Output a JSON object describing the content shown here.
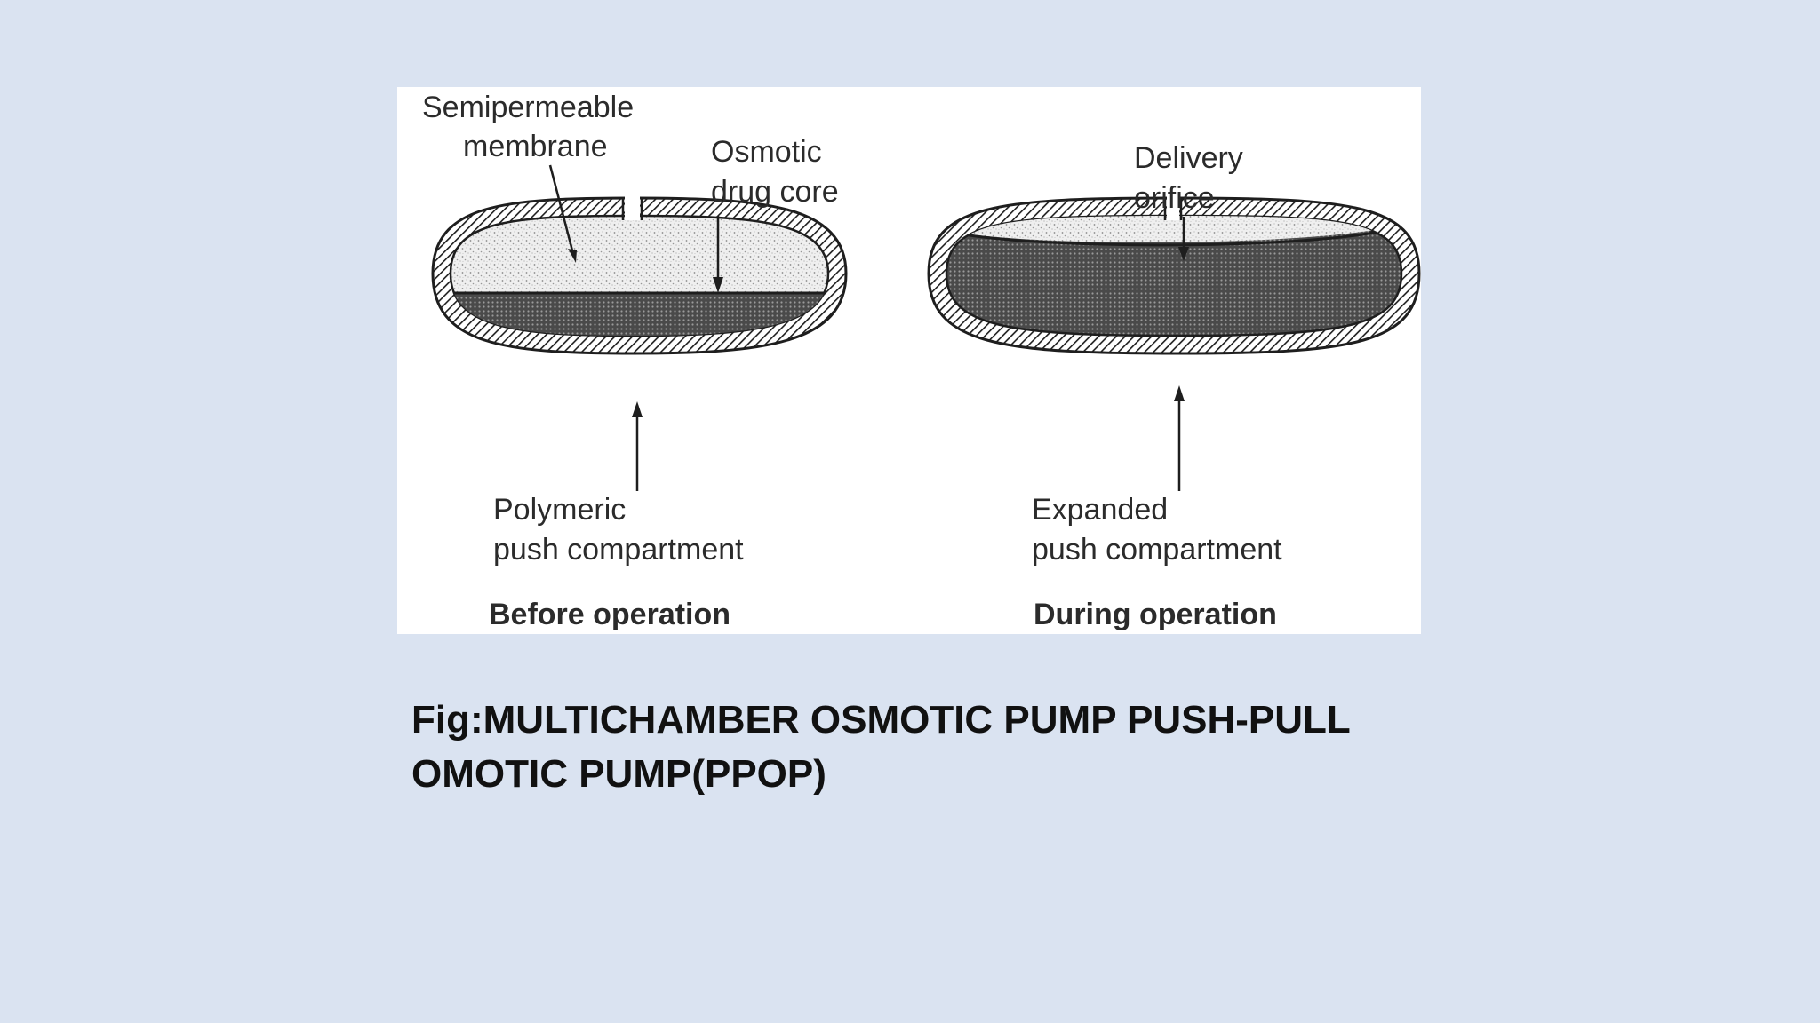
{
  "diagram": {
    "before": {
      "label_membrane": [
        "Semipermeable",
        "membrane"
      ],
      "label_core": [
        "Osmotic",
        "drug core"
      ],
      "label_push": [
        "Polymeric",
        "push compartment"
      ],
      "state_title": "Before operation"
    },
    "during": {
      "label_orifice": [
        "Delivery",
        "orifice"
      ],
      "label_push": [
        "Expanded",
        "push compartment"
      ],
      "state_title": "During operation"
    }
  },
  "caption": {
    "line1": "Fig:MULTICHAMBER OSMOTIC PUMP PUSH-PULL",
    "line2": "OMOTIC PUMP(PPOP)"
  }
}
